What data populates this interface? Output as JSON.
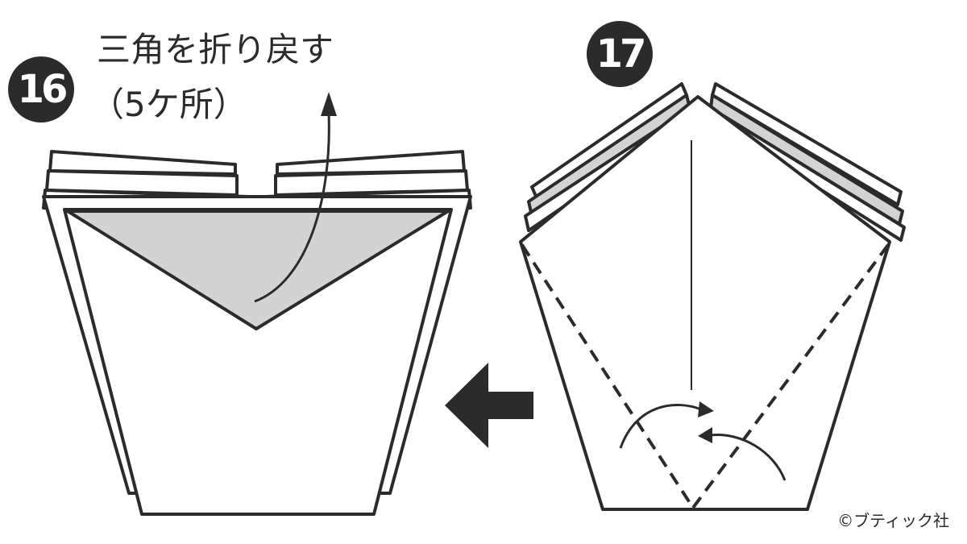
{
  "steps": [
    {
      "number": "16",
      "instruction_line1": "三角を折り戻す",
      "instruction_line2": "（5ケ所）"
    },
    {
      "number": "17"
    }
  ],
  "copyright": "©ブティック社",
  "colors": {
    "ink": "#2b2b2b",
    "fold_fill": "#d3d3d3",
    "paper": "#ffffff"
  }
}
